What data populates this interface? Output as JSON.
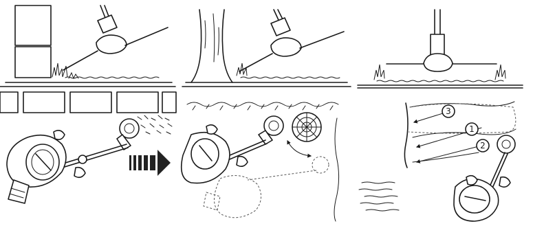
{
  "colors": {
    "background": "#ffffff",
    "ink": "#1a1a1a",
    "ghost": "#555555",
    "arrow_fill": "#222222"
  },
  "panels": [
    {
      "id": "wall",
      "scene": "trimming-along-wall",
      "icons": [
        "wall-blocks-icon",
        "trimmer-head-icon",
        "direction-arrow-icon",
        "operator-icon"
      ]
    },
    {
      "id": "tree",
      "scene": "trimming-around-tree",
      "icons": [
        "tree-trunk-icon",
        "trimmer-head-icon",
        "tree-stump-icon",
        "operator-icon"
      ]
    },
    {
      "id": "slope",
      "scene": "trimming-on-slope",
      "icons": [
        "trimmer-head-icon",
        "pass-arrow-icon",
        "operator-icon"
      ]
    }
  ],
  "pass_numbers": [
    "3",
    "1",
    "2"
  ]
}
